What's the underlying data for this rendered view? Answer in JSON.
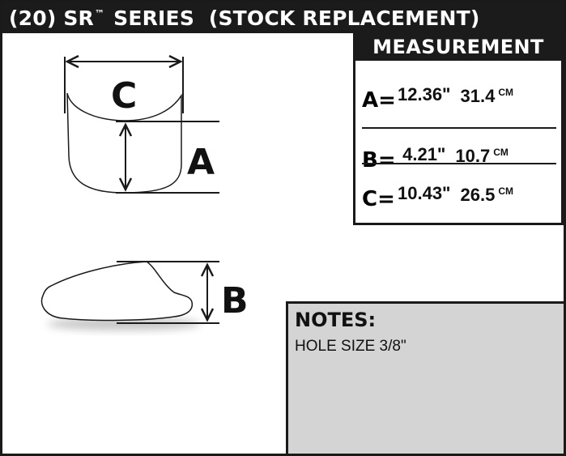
{
  "title": {
    "prefix": "(20) SR",
    "trademark": "™",
    "suffix": " SERIES  (STOCK REPLACEMENT)"
  },
  "measurement": {
    "header": "MEASUREMENT",
    "rows": [
      {
        "letter": "A=",
        "inches": "12.36\"",
        "cm": "31.4",
        "cm_unit": "CM"
      },
      {
        "letter": "B=",
        "inches": " 4.21\"",
        "cm": "10.7",
        "cm_unit": "CM"
      },
      {
        "letter": "C=",
        "inches": "10.43\"",
        "cm": "26.5",
        "cm_unit": "CM"
      }
    ]
  },
  "diagram": {
    "label_c": "C",
    "label_a": "A",
    "label_b": "B"
  },
  "notes": {
    "title": "NOTES:",
    "body": "HOLE SIZE 3/8\""
  },
  "colors": {
    "ink": "#1b1b1b",
    "notes_bg": "#d4d4d4",
    "paper": "#ffffff"
  }
}
